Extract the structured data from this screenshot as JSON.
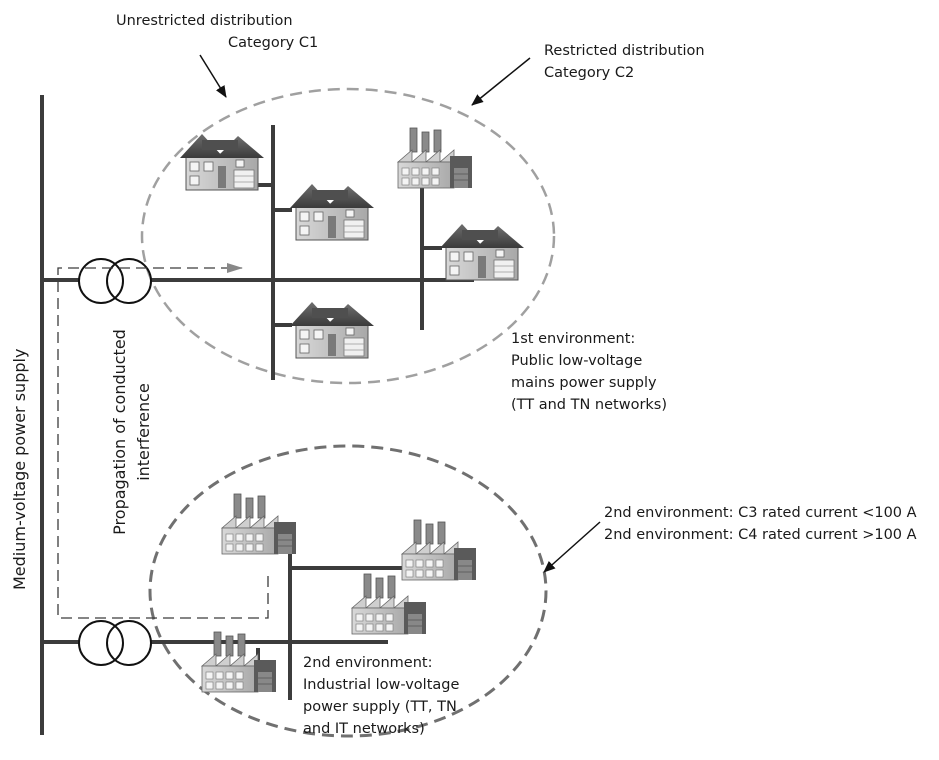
{
  "labels": {
    "unrestricted_line1": "Unrestricted distribution",
    "unrestricted_line2": "Category C1",
    "restricted_line1": "Restricted distribution",
    "restricted_line2": "Category C2",
    "medium_voltage": "Medium-voltage power supply",
    "propagation_line1": "Propagation of conducted",
    "propagation_line2": "interference",
    "env1_line1": "1st environment:",
    "env1_line2": "Public low-voltage",
    "env1_line3": "mains power supply",
    "env1_line4": "(TT and TN networks)",
    "c3_line": "2nd environment: C3 rated current <100 A",
    "c4_line": "2nd environment: C4 rated current >100 A",
    "env2_line1": "2nd environment:",
    "env2_line2": "Industrial low-voltage",
    "env2_line3": "power supply (TT, TN",
    "env2_line4": "and IT networks)"
  },
  "icons": {
    "house": "house-icon",
    "factory": "factory-icon",
    "transformer": "transformer-icon"
  },
  "colors": {
    "wire": "#3c3c3c",
    "ellipse_c1_c2": "#a0a0a0",
    "ellipse_c3_c4": "#707070"
  }
}
